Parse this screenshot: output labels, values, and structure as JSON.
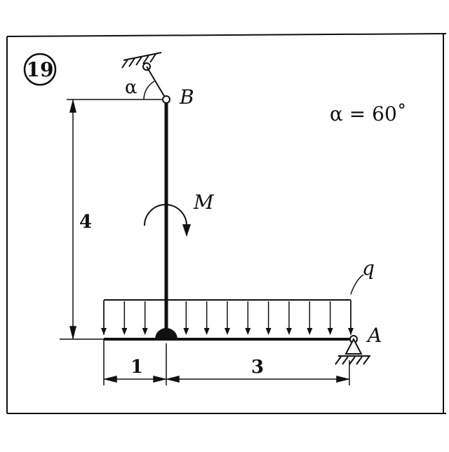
{
  "problem": {
    "number": "19",
    "angle_note": "α = 60˚"
  },
  "labels": {
    "alpha": "α",
    "point_b": "B",
    "point_a": "A",
    "moment": "M",
    "load": "q"
  },
  "dimensions": {
    "height": "4",
    "left_span": "1",
    "right_span": "3"
  }
}
